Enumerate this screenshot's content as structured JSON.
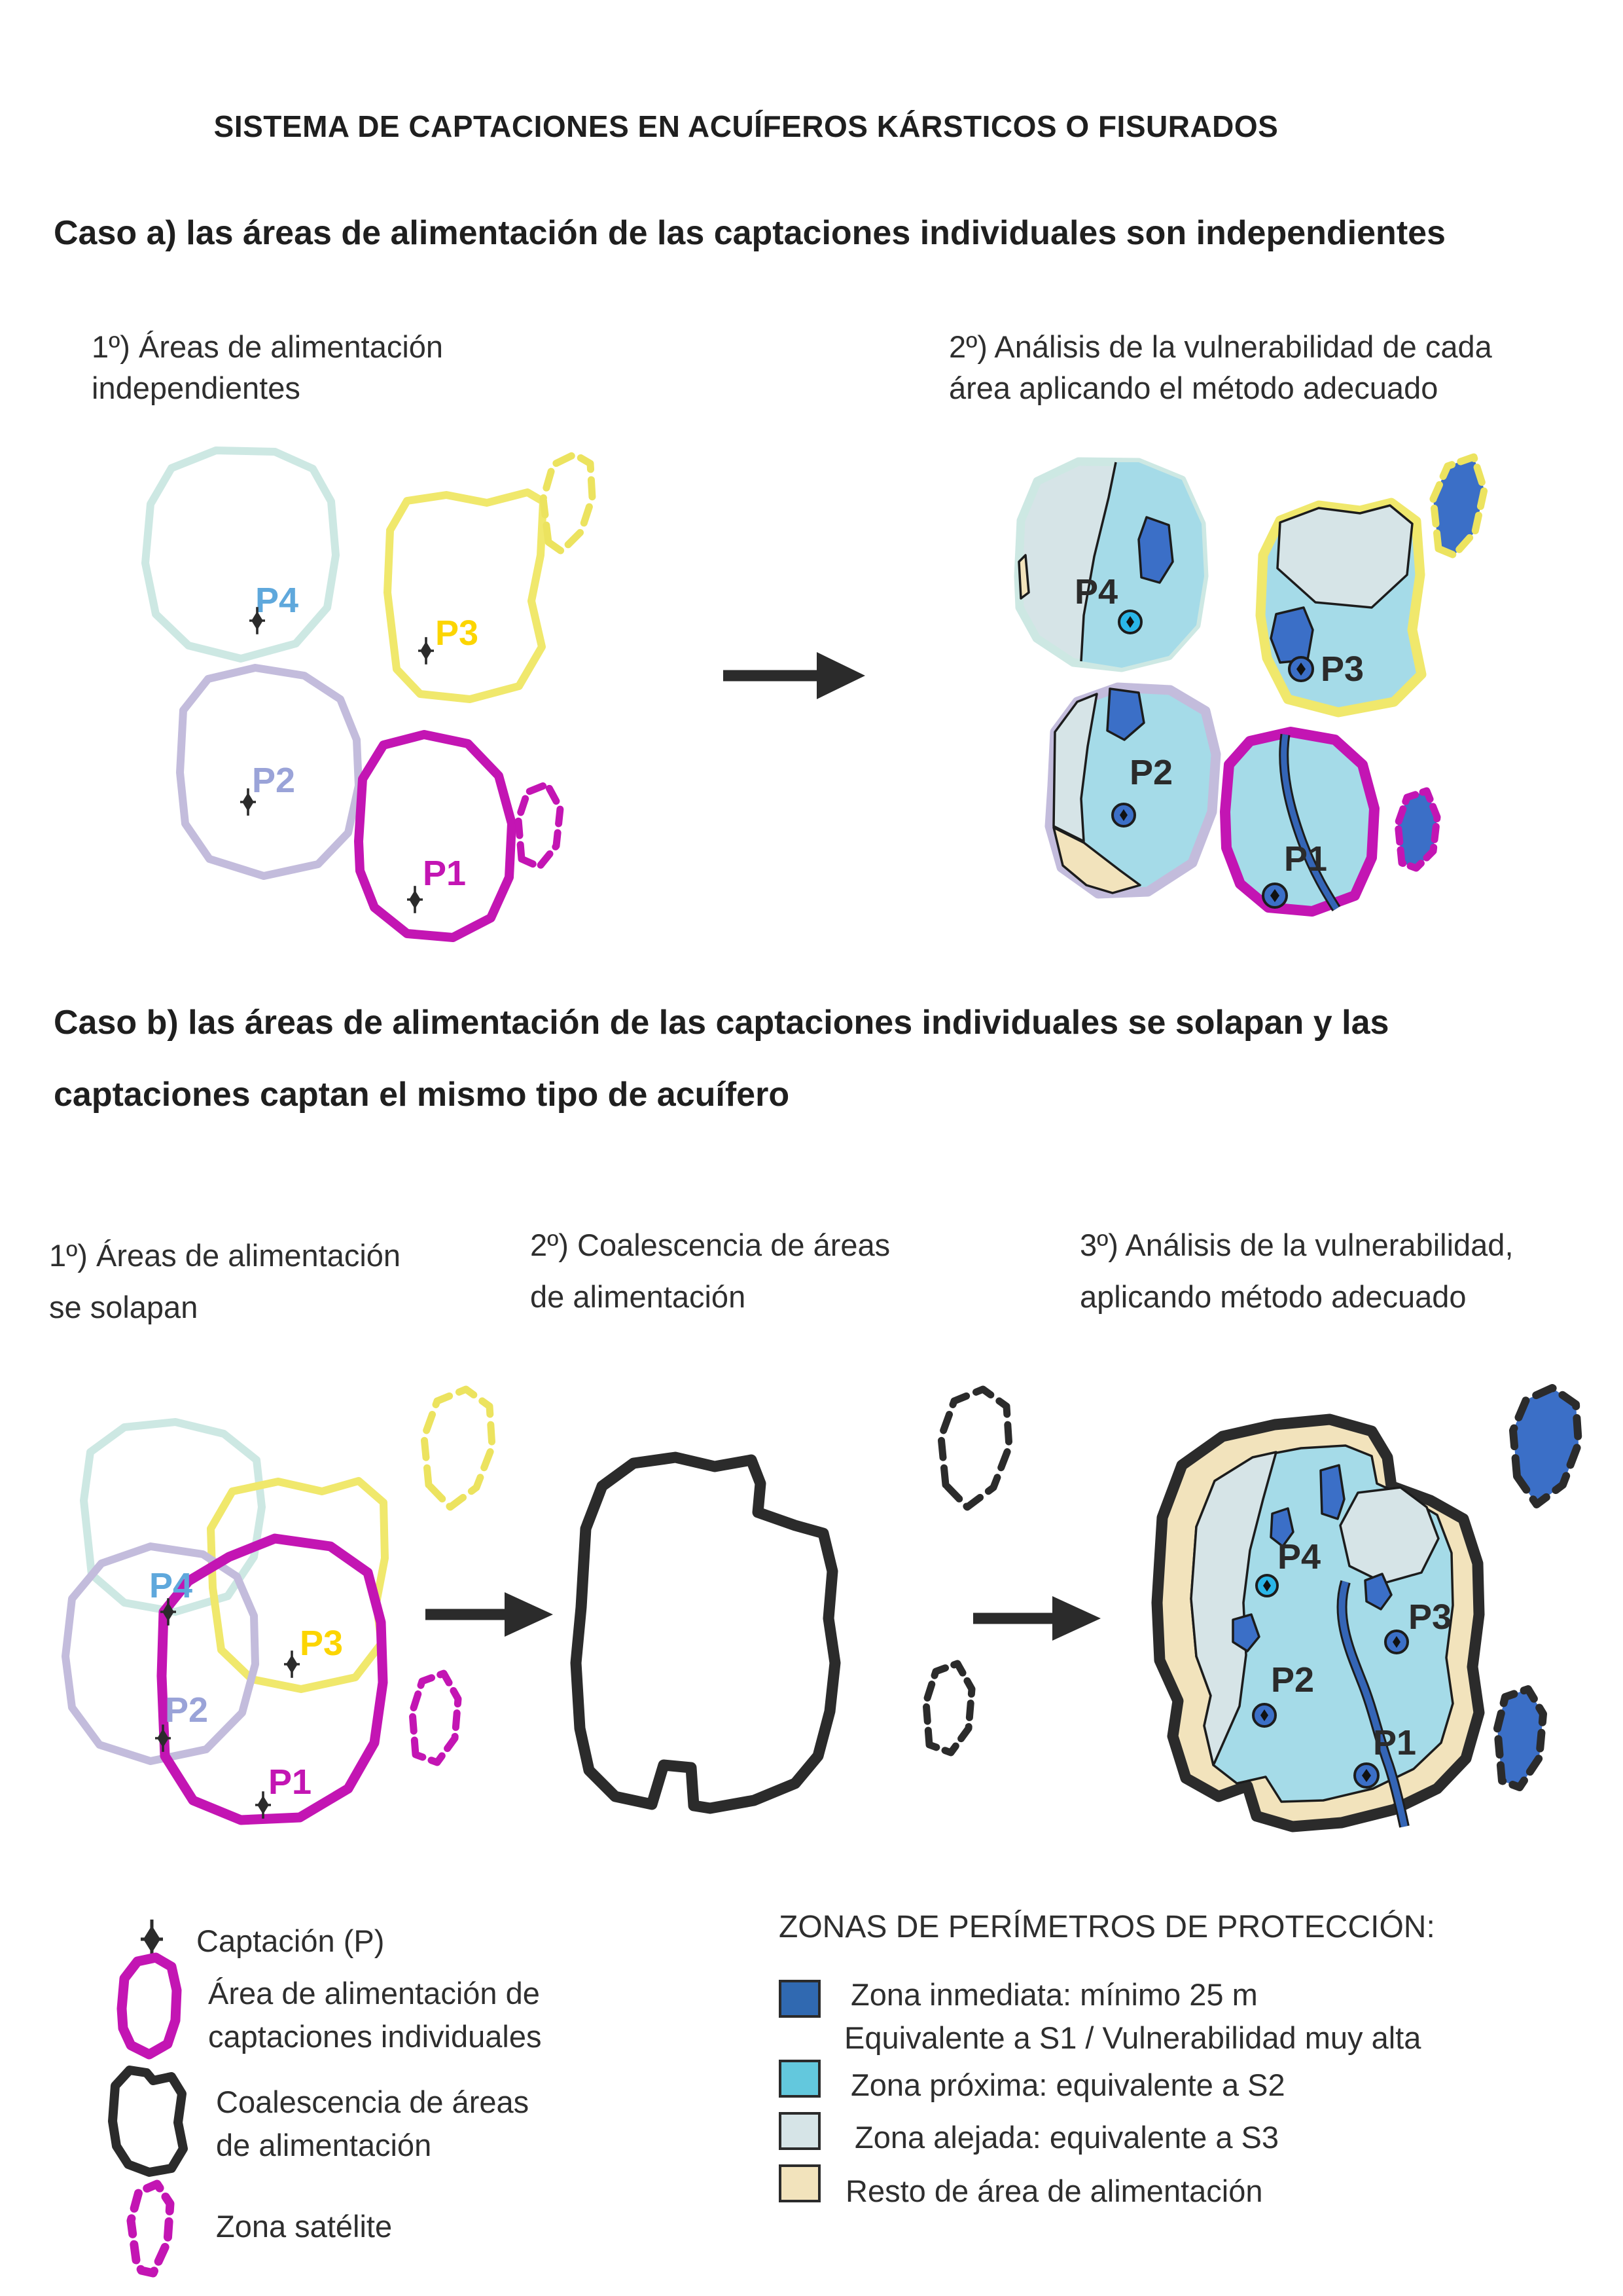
{
  "title": "SISTEMA DE CAPTACIONES EN ACUÍFEROS KÁRSTICOS O FISURADOS",
  "wells": {
    "p1": "P1",
    "p2": "P2",
    "p3": "P3",
    "p4": "P4"
  },
  "caso_a": {
    "heading": "Caso a) las áreas de alimentación de las captaciones individuales son independientes",
    "step1": [
      "1º) Áreas de alimentación",
      "independientes"
    ],
    "step2": [
      "2º) Análisis de la vulnerabilidad de cada",
      "área aplicando el método adecuado"
    ]
  },
  "caso_b": {
    "heading1": "Caso b) las áreas de alimentación de las captaciones individuales se solapan y las",
    "heading2": "captaciones captan el mismo tipo de acuífero",
    "step1": [
      "1º) Áreas de alimentación",
      "se solapan"
    ],
    "step2": [
      "2º) Coalescencia de áreas",
      "de alimentación"
    ],
    "step3": [
      "3º) Análisis de la vulnerabilidad,",
      "aplicando método adecuado"
    ]
  },
  "legend": {
    "captacion": "Captación (P)",
    "area": [
      "Área de alimentación de",
      "captaciones individuales"
    ],
    "coalescencia": [
      "Coalescencia de áreas",
      "de alimentación"
    ],
    "satelite": "Zona satélite"
  },
  "protection": {
    "title": "ZONAS DE PERÍMETROS DE PROTECCIÓN:",
    "s1": [
      "Zona inmediata: mínimo 25 m",
      "Equivalente a S1 / Vulnerabilidad muy alta"
    ],
    "s2": "Zona próxima: equivalente a S2",
    "s3": "Zona alejada: equivalente a S3",
    "resto": "Resto de área de alimentación"
  },
  "colors": {
    "magenta_outline": "#c315b3",
    "yellow_outline": "#f0e86c",
    "teal_outline": "#cde8e3",
    "lavender_outline": "#c3bcdc",
    "p4_label_blue": "#5fa8dc",
    "p3_label_yellow": "#fcd500",
    "p2_label_lavender": "#9aa3d8",
    "p1_label_magenta": "#c315b3",
    "s1_zone_blue": "#3069b1",
    "s1_diagram_blue": "#3b6fc7",
    "s2_zone_cyan": "#63c8dd",
    "s2_diagram_fill": "#a5dbe8",
    "s3_zone_pale": "#d6e4e7",
    "resto_tan": "#f2e3bc",
    "well_cyan": "#2ab6e8",
    "river_blue": "#3465b6",
    "ink": "#2b2b2b"
  }
}
